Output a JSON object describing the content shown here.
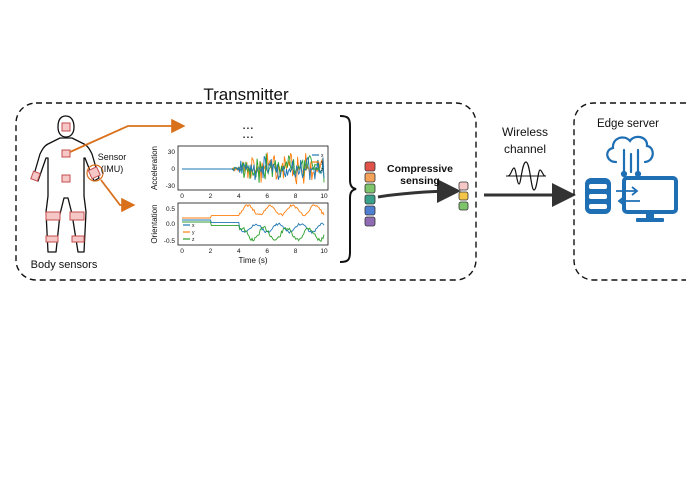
{
  "title": "Transmitter",
  "body_label": "Body sensors",
  "sensor_label": [
    "Sensor",
    "(IMU)"
  ],
  "ellipsis": "...",
  "compression_label": [
    "Compressive",
    "sensing"
  ],
  "wireless_label": [
    "Wireless",
    "channel"
  ],
  "edge_label": "Edge server",
  "colors": {
    "arrow": "#d9711c",
    "sensor_fill": "#f6c7c7",
    "sensor_stroke": "#c44e4e",
    "icon_blue": "#1f6fb5",
    "series_x": "#1f77b4",
    "series_y": "#ff7f0e",
    "series_z": "#2ca02c"
  },
  "signal_blocks": [
    "#e0524a",
    "#f4a259",
    "#7dc46b",
    "#3aa08a",
    "#4f7fd1",
    "#8f6bb3"
  ],
  "compressed_blocks": [
    "#f6c7c7",
    "#f3c64a",
    "#7dc46b"
  ],
  "chart_data": [
    {
      "type": "line",
      "ylabel": "Acceleration",
      "xlabel": "",
      "xlim": [
        0,
        10
      ],
      "ylim": [
        -40,
        40
      ],
      "x_ticks": [
        "0",
        "2",
        "4",
        "6",
        "8",
        "10"
      ],
      "y_ticks": [
        "30",
        "0",
        "-30"
      ],
      "legend": [
        "x",
        "y",
        "z"
      ]
    },
    {
      "type": "line",
      "ylabel": "Orientation",
      "xlabel": "Time (s)",
      "xlim": [
        0,
        10
      ],
      "ylim": [
        -0.7,
        0.7
      ],
      "x_ticks": [
        "0",
        "2",
        "4",
        "6",
        "8",
        "10"
      ],
      "y_ticks": [
        "0.5",
        "0.0",
        "-0.5"
      ],
      "legend": [
        "x",
        "y",
        "z"
      ]
    }
  ]
}
